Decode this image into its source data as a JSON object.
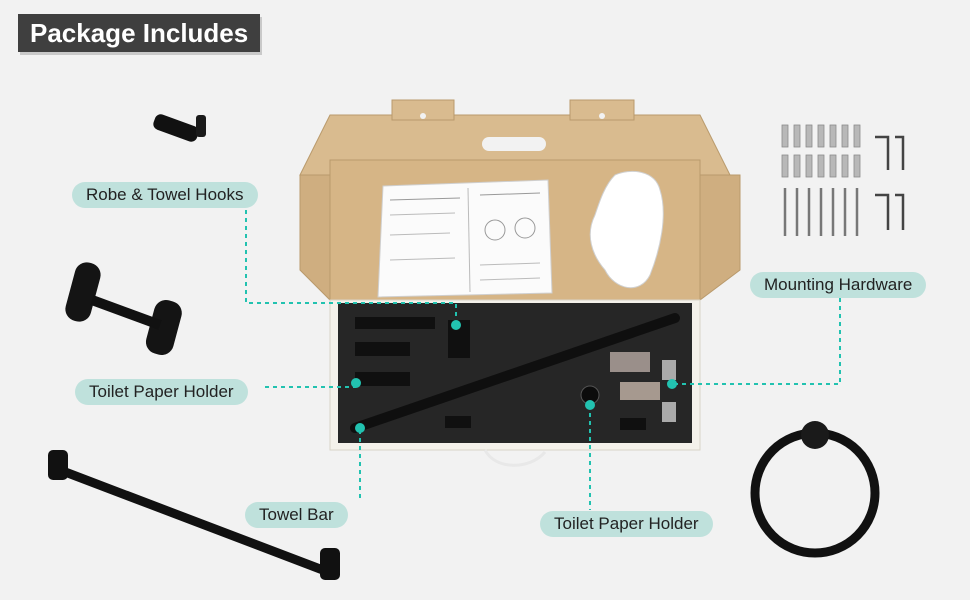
{
  "header": {
    "title": "Package Includes"
  },
  "callouts": {
    "robe_towel_hooks": "Robe & Towel Hooks",
    "toilet_paper_holder_left": "Toilet Paper Holder",
    "towel_bar": "Towel Bar",
    "toilet_paper_holder_bottom": "Toilet Paper Holder",
    "mounting_hardware": "Mounting Hardware"
  },
  "colors": {
    "background": "#f2f2f2",
    "title_bg": "#3f3f3f",
    "label_bg": "#bfe1dc",
    "leader": "#22c2b0",
    "cardboard": "#d8b98d",
    "foam": "#262626"
  }
}
